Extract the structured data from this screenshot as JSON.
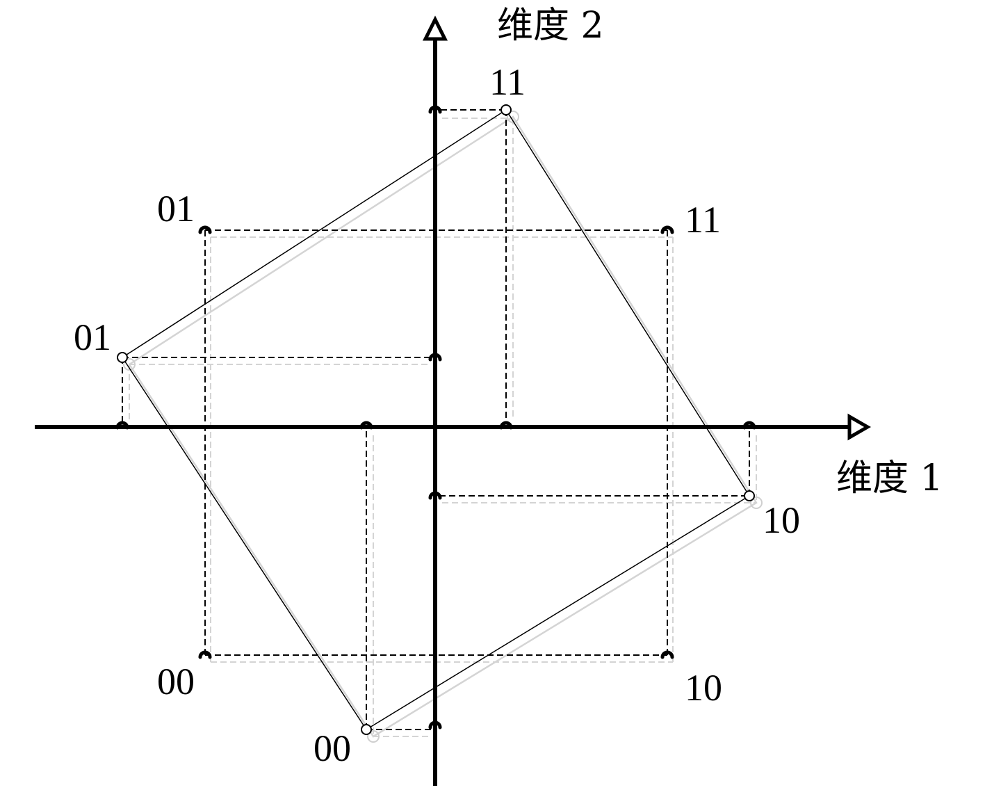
{
  "axes": {
    "x_label": "维度 1",
    "y_label": "维度 2"
  },
  "square_points": {
    "top_left": "01",
    "top_right": "11",
    "bottom_left": "00",
    "bottom_right": "10"
  },
  "rotated_points": {
    "top": "11",
    "right": "10",
    "bottom": "00",
    "left": "01"
  },
  "colors": {
    "line": "#000000",
    "shadow": "#d4d4d4",
    "background": "#ffffff"
  }
}
